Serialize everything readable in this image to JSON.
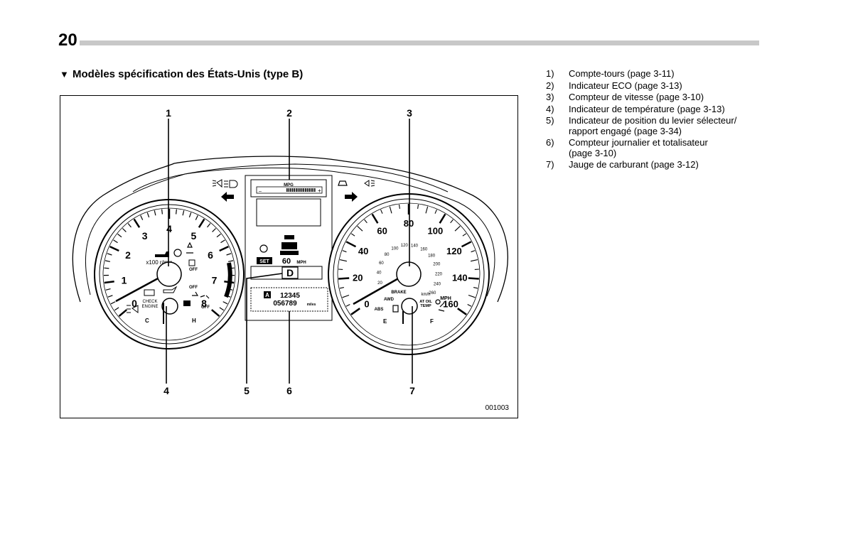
{
  "page": {
    "number": "20"
  },
  "section": {
    "marker": "▼",
    "title": "Modèles spécification des États-Unis (type B)"
  },
  "figure": {
    "code": "001003",
    "callouts": [
      "1",
      "2",
      "3",
      "4",
      "5",
      "6",
      "7"
    ],
    "tachometer": {
      "unit_label": "x100 r/min",
      "scale": [
        "0",
        "1",
        "2",
        "3",
        "4",
        "5",
        "6",
        "7",
        "8"
      ],
      "temp_labels": [
        "C",
        "H"
      ],
      "check_engine_label": [
        "CHECK",
        "ENGINE"
      ],
      "indicator_off_labels": [
        "OFF",
        "OFF",
        "OFF"
      ]
    },
    "center_display": {
      "eco_label": "MPG",
      "eco_minus": "–",
      "eco_plus": "+",
      "set_label": "SET",
      "cruise_speed": "60",
      "cruise_unit": "MPH",
      "gear": "D",
      "trip_letter": "A",
      "trip_value": "12345",
      "odometer_value": "056789",
      "odometer_unit": "miles"
    },
    "speedometer": {
      "mph_scale": [
        "0",
        "20",
        "40",
        "60",
        "80",
        "100",
        "120",
        "140",
        "160"
      ],
      "mph_unit": "MPH",
      "kmh_scale": [
        "20",
        "40",
        "60",
        "80",
        "100",
        "120",
        "140",
        "160",
        "180",
        "200",
        "220",
        "240",
        "260"
      ],
      "kmh_unit": "km/h",
      "warning_labels": [
        "BRAKE",
        "AWD",
        "ABS"
      ],
      "oil_temp_label": [
        "AT OIL",
        "TEMP"
      ],
      "fuel_labels": [
        "E",
        "F"
      ]
    }
  },
  "legend": [
    {
      "num": "1)",
      "lines": [
        "Compte-tours (page 3-11)"
      ]
    },
    {
      "num": "2)",
      "lines": [
        "Indicateur ECO (page 3-13)"
      ]
    },
    {
      "num": "3)",
      "lines": [
        "Compteur de vitesse (page 3-10)"
      ]
    },
    {
      "num": "4)",
      "lines": [
        "Indicateur de température (page 3-13)"
      ]
    },
    {
      "num": "5)",
      "lines": [
        "Indicateur de position du levier sélecteur/",
        "rapport engagé (page 3-34)"
      ]
    },
    {
      "num": "6)",
      "lines": [
        "Compteur journalier et totalisateur",
        "(page 3-10)"
      ]
    },
    {
      "num": "7)",
      "lines": [
        "Jauge de carburant (page 3-12)"
      ]
    }
  ]
}
